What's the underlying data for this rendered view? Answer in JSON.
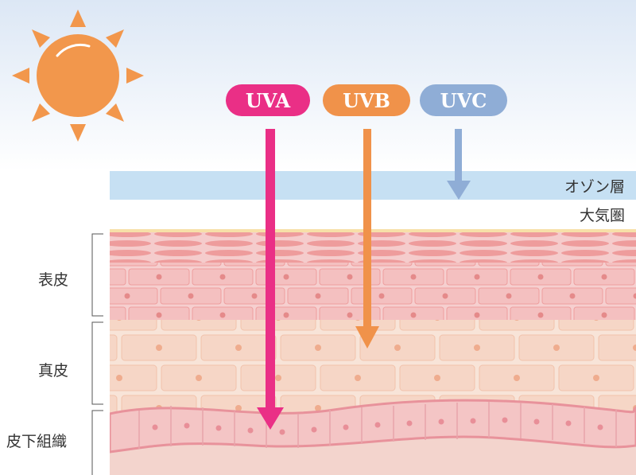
{
  "rays": [
    {
      "label": "UVA",
      "color": "#ea2f86"
    },
    {
      "label": "UVB",
      "color": "#f0924a"
    },
    {
      "label": "UVC",
      "color": "#8fadd6"
    }
  ],
  "atmosphere": {
    "ozone_label": "オゾン層",
    "air_label": "大気圏"
  },
  "skin_layers": [
    {
      "label": "表皮"
    },
    {
      "label": "真皮"
    },
    {
      "label": "皮下組織"
    }
  ],
  "colors": {
    "sky_top": "#dfe9f6",
    "ozone": "#c5dff2",
    "sun": "#f0914a",
    "epidermis": "#f4c3c3",
    "dermis": "#f6dccd",
    "subcutis": "#f3d4cd"
  }
}
